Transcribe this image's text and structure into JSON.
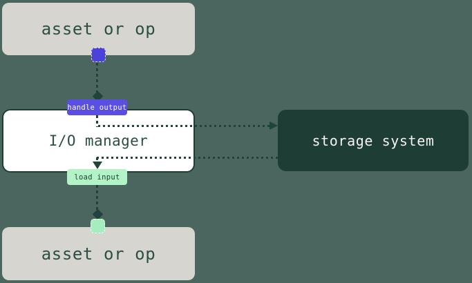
{
  "diagram": {
    "nodes": {
      "asset_top": {
        "label": "asset or op"
      },
      "io_manager": {
        "label": "I/O manager"
      },
      "storage": {
        "label": "storage system"
      },
      "asset_bottom": {
        "label": "asset or op"
      }
    },
    "edges": {
      "handle_output": {
        "label": "handle output",
        "from": "asset_top",
        "via": "io_manager",
        "to": "storage"
      },
      "load_input": {
        "label": "load input",
        "from": "storage",
        "via": "io_manager",
        "to": "asset_bottom"
      }
    },
    "colors": {
      "background": "#4b655f",
      "asset_box_bg": "#d7d5d0",
      "dark_green": "#20443b",
      "storage_box_bg": "#1e3d34",
      "io_box_bg": "#ffffff",
      "purple": "#4b43d8",
      "purple_label_bg": "#5a4fe2",
      "green_label_bg": "#b2f4c5",
      "green_square": "#a5edbc",
      "light_text": "#f4f4f2",
      "dark_text": "#2b4f44"
    }
  }
}
